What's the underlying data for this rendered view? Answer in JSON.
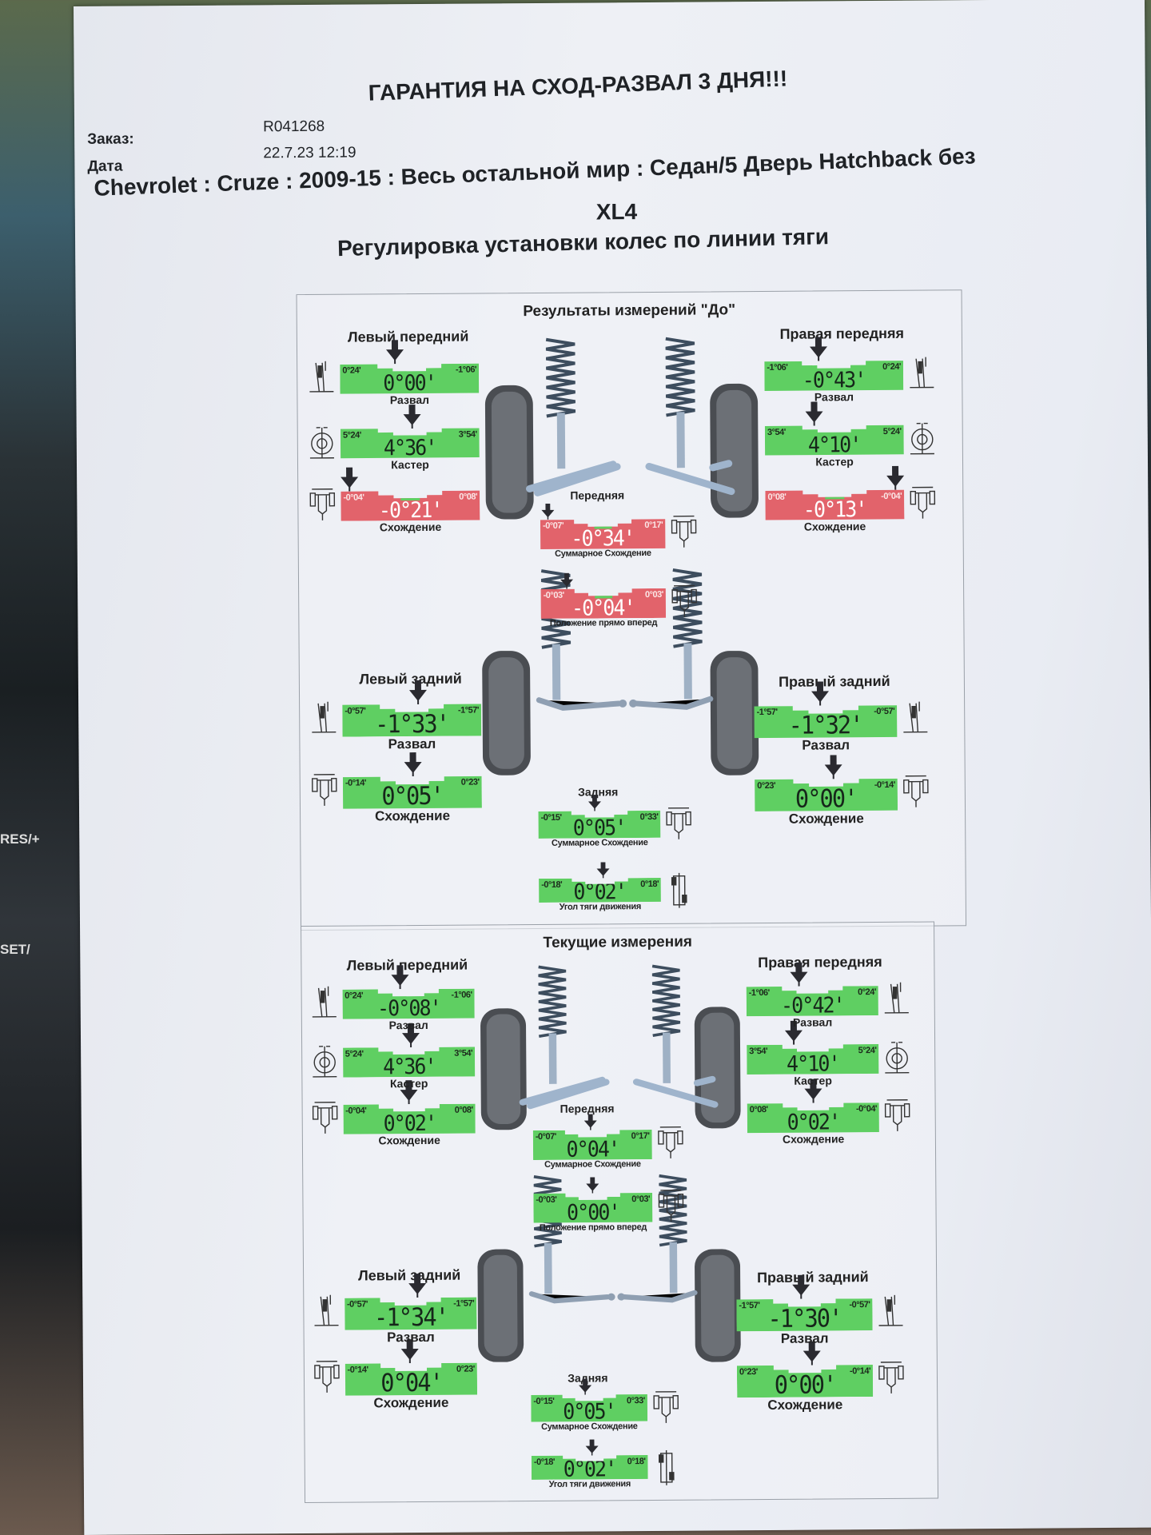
{
  "background": {
    "steering_buttons": [
      "RES/+",
      "SET/"
    ]
  },
  "header": {
    "warranty": "ГАРАНТИЯ НА СХОД-РАЗВАЛ 3 ДНЯ!!!",
    "order_label": "Заказ:",
    "order_value": "R041268",
    "date_label": "Дата",
    "date_value": "22.7.23 12:19",
    "vehicle": "Chevrolet : Cruze : 2009-15 : Весь остальной мир : Седан/5 Дверь Hatchback без",
    "vehicle_cont": "XL4",
    "procedure": "Регулировка установки колес по линии тяги"
  },
  "colors": {
    "ok": "#5fcf62",
    "bad": "#e2636b"
  },
  "panels": [
    {
      "title": "Результаты измерений \"До\"",
      "lf_title": "Левый передний",
      "rf_title": "Правая передняя",
      "lr_title": "Левый задний",
      "rr_title": "Правый задний",
      "front_title": "Передняя",
      "rear_title": "Задняя",
      "gauges": {
        "lf_camber": {
          "label": "Развал",
          "min": "0°24'",
          "max": "-1°06'",
          "value": "0°00'",
          "status": "ok",
          "icon": "camber"
        },
        "lf_caster": {
          "label": "Кастер",
          "min": "5°24'",
          "max": "3°54'",
          "value": "4°36'",
          "status": "ok",
          "icon": "caster"
        },
        "lf_toe": {
          "label": "Схождение",
          "min": "-0°04'",
          "max": "0°08'",
          "value": "-0°21'",
          "status": "bad",
          "icon": "toe"
        },
        "rf_camber": {
          "label": "Развал",
          "min": "-1°06'",
          "max": "0°24'",
          "value": "-0°43'",
          "status": "ok",
          "icon": "camber"
        },
        "rf_caster": {
          "label": "Кастер",
          "min": "3°54'",
          "max": "5°24'",
          "value": "4°10'",
          "status": "ok",
          "icon": "caster"
        },
        "rf_toe": {
          "label": "Схождение",
          "min": "0°08'",
          "max": "-0°04'",
          "value": "-0°13'",
          "status": "bad",
          "icon": "toe"
        },
        "f_total": {
          "label": "Суммарное Схождение",
          "min": "-0°07'",
          "max": "0°17'",
          "value": "-0°34'",
          "status": "bad",
          "icon": "toe"
        },
        "f_setback": {
          "label": "Положение прямо вперед",
          "min": "-0°03'",
          "max": "0°03'",
          "value": "-0°04'",
          "status": "bad",
          "icon": "setback"
        },
        "lr_camber": {
          "label": "Развал",
          "min": "-0°57'",
          "max": "-1°57'",
          "value": "-1°33'",
          "status": "ok",
          "icon": "camber"
        },
        "lr_toe": {
          "label": "Схождение",
          "min": "-0°14'",
          "max": "0°23'",
          "value": "0°05'",
          "status": "ok",
          "icon": "toe"
        },
        "rr_camber": {
          "label": "Развал",
          "min": "-1°57'",
          "max": "-0°57'",
          "value": "-1°32'",
          "status": "ok",
          "icon": "camber"
        },
        "rr_toe": {
          "label": "Схождение",
          "min": "0°23'",
          "max": "-0°14'",
          "value": "0°00'",
          "status": "ok",
          "icon": "toe"
        },
        "r_total": {
          "label": "Суммарное Схождение",
          "min": "-0°15'",
          "max": "0°33'",
          "value": "0°05'",
          "status": "ok",
          "icon": "toe"
        },
        "r_thrust": {
          "label": "Угол тяги движения",
          "min": "-0°18'",
          "max": "0°18'",
          "value": "0°02'",
          "status": "ok",
          "icon": "thrust"
        }
      }
    },
    {
      "title": "Текущие измерения",
      "lf_title": "Левый передний",
      "rf_title": "Правая передняя",
      "lr_title": "Левый задний",
      "rr_title": "Правый задний",
      "front_title": "Передняя",
      "rear_title": "Задняя",
      "gauges": {
        "lf_camber": {
          "label": "Развал",
          "min": "0°24'",
          "max": "-1°06'",
          "value": "-0°08'",
          "status": "ok",
          "icon": "camber"
        },
        "lf_caster": {
          "label": "Кастер",
          "min": "5°24'",
          "max": "3°54'",
          "value": "4°36'",
          "status": "ok",
          "icon": "caster"
        },
        "lf_toe": {
          "label": "Схождение",
          "min": "-0°04'",
          "max": "0°08'",
          "value": "0°02'",
          "status": "ok",
          "icon": "toe"
        },
        "rf_camber": {
          "label": "Развал",
          "min": "-1°06'",
          "max": "0°24'",
          "value": "-0°42'",
          "status": "ok",
          "icon": "camber"
        },
        "rf_caster": {
          "label": "Кастер",
          "min": "3°54'",
          "max": "5°24'",
          "value": "4°10'",
          "status": "ok",
          "icon": "caster"
        },
        "rf_toe": {
          "label": "Схождение",
          "min": "0°08'",
          "max": "-0°04'",
          "value": "0°02'",
          "status": "ok",
          "icon": "toe"
        },
        "f_total": {
          "label": "Суммарное Схождение",
          "min": "-0°07'",
          "max": "0°17'",
          "value": "0°04'",
          "status": "ok",
          "icon": "toe"
        },
        "f_setback": {
          "label": "Положение прямо вперед",
          "min": "-0°03'",
          "max": "0°03'",
          "value": "0°00'",
          "status": "ok",
          "icon": "setback"
        },
        "lr_camber": {
          "label": "Развал",
          "min": "-0°57'",
          "max": "-1°57'",
          "value": "-1°34'",
          "status": "ok",
          "icon": "camber"
        },
        "lr_toe": {
          "label": "Схождение",
          "min": "-0°14'",
          "max": "0°23'",
          "value": "0°04'",
          "status": "ok",
          "icon": "toe"
        },
        "rr_camber": {
          "label": "Развал",
          "min": "-1°57'",
          "max": "-0°57'",
          "value": "-1°30'",
          "status": "ok",
          "icon": "camber"
        },
        "rr_toe": {
          "label": "Схождение",
          "min": "0°23'",
          "max": "-0°14'",
          "value": "0°00'",
          "status": "ok",
          "icon": "toe"
        },
        "r_total": {
          "label": "Суммарное Схождение",
          "min": "-0°15'",
          "max": "0°33'",
          "value": "0°05'",
          "status": "ok",
          "icon": "toe"
        },
        "r_thrust": {
          "label": "Угол тяги движения",
          "min": "-0°18'",
          "max": "0°18'",
          "value": "0°02'",
          "status": "ok",
          "icon": "thrust"
        }
      }
    }
  ]
}
